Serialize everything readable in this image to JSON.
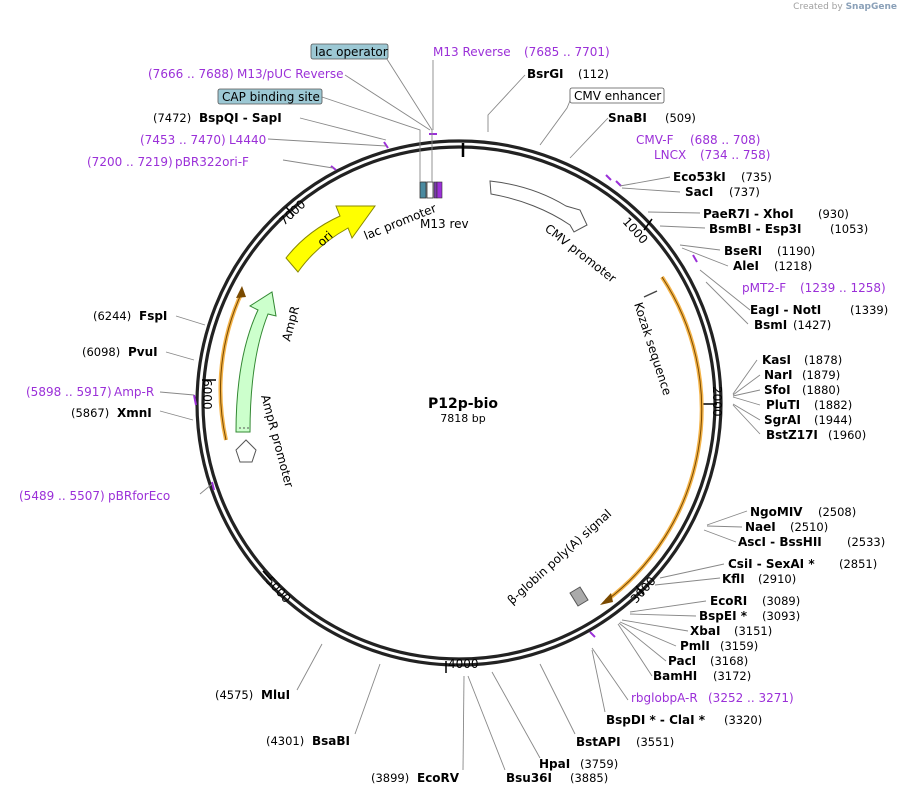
{
  "credit": {
    "prefix": "Created by",
    "brand": "SnapGene"
  },
  "plasmid": {
    "name": "P12p-bio",
    "size_label": "7818 bp",
    "length": 7818
  },
  "ticks": [
    "1000",
    "2000",
    "3000",
    "4000",
    "5000",
    "6000",
    "7000"
  ],
  "sites": [
    {
      "name": "BsrGI",
      "pos": "(112)"
    },
    {
      "name": "SnaBI",
      "pos": "(509)"
    },
    {
      "name": "Eco53kI",
      "pos": "(735)"
    },
    {
      "name": "SacI",
      "pos": "(737)"
    },
    {
      "name": "PaeR7I - XhoI",
      "pos": "(930)"
    },
    {
      "name": "BsmBI - Esp3I",
      "pos": "(1053)"
    },
    {
      "name": "BseRI",
      "pos": "(1190)"
    },
    {
      "name": "AleI",
      "pos": "(1218)"
    },
    {
      "name": "EagI - NotI",
      "pos": "(1339)"
    },
    {
      "name": "BsmI",
      "pos": "(1427)"
    },
    {
      "name": "KasI",
      "pos": "(1878)"
    },
    {
      "name": "NarI",
      "pos": "(1879)"
    },
    {
      "name": "SfoI",
      "pos": "(1880)"
    },
    {
      "name": "PluTI",
      "pos": "(1882)"
    },
    {
      "name": "SgrAI",
      "pos": "(1944)"
    },
    {
      "name": "BstZ17I",
      "pos": "(1960)"
    },
    {
      "name": "NgoMIV",
      "pos": "(2508)"
    },
    {
      "name": "NaeI",
      "pos": "(2510)"
    },
    {
      "name": "AscI - BssHII",
      "pos": "(2533)"
    },
    {
      "name": "CsiI - SexAI *",
      "pos": "(2851)"
    },
    {
      "name": "KflI",
      "pos": "(2910)"
    },
    {
      "name": "EcoRI",
      "pos": "(3089)"
    },
    {
      "name": "BspEI *",
      "pos": "(3093)"
    },
    {
      "name": "XbaI",
      "pos": "(3151)"
    },
    {
      "name": "PmlI",
      "pos": "(3159)"
    },
    {
      "name": "PacI",
      "pos": "(3168)"
    },
    {
      "name": "BamHI",
      "pos": "(3172)"
    },
    {
      "name": "BspDI * - ClaI *",
      "pos": "(3320)"
    },
    {
      "name": "BstAPI",
      "pos": "(3551)"
    },
    {
      "name": "HpaI",
      "pos": "(3759)"
    },
    {
      "name": "Bsu36I",
      "pos": "(3885)"
    },
    {
      "name": "EcoRV",
      "pos": "(3899)"
    },
    {
      "name": "BsaBI",
      "pos": "(4301)"
    },
    {
      "name": "MluI",
      "pos": "(4575)"
    },
    {
      "name": "XmnI",
      "pos": "(5867)"
    },
    {
      "name": "PvuI",
      "pos": "(6098)"
    },
    {
      "name": "FspI",
      "pos": "(6244)"
    },
    {
      "name": "BspQI - SapI",
      "pos": "(7472)"
    }
  ],
  "primers": [
    {
      "name": "M13 Reverse",
      "range": "(7685 .. 7701)"
    },
    {
      "name": "M13/pUC Reverse",
      "range": "(7666 .. 7688)"
    },
    {
      "name": "L4440",
      "range": "(7453 .. 7470)"
    },
    {
      "name": "pBR322ori-F",
      "range": "(7200 .. 7219)"
    },
    {
      "name": "CMV-F",
      "range": "(688 .. 708)"
    },
    {
      "name": "LNCX",
      "range": "(734 .. 758)"
    },
    {
      "name": "pMT2-F",
      "range": "(1239 .. 1258)"
    },
    {
      "name": "Amp-R",
      "range": "(5898 .. 5917)"
    },
    {
      "name": "pBRforEco",
      "range": "(5489 .. 5507)"
    },
    {
      "name": "rbglobpA-R",
      "range": "(3252 .. 3271)"
    }
  ],
  "boxed_features": [
    "lac operator",
    "CAP binding site",
    "CMV enhancer"
  ],
  "features": [
    "CMV promoter",
    "Kozak sequence",
    "β-globin poly(A) signal",
    "ori",
    "AmpR",
    "AmpR promoter",
    "lac promoter",
    "M13 rev"
  ],
  "colors": {
    "primer": "#9b30d8",
    "ori": "#ffff00",
    "ampr": "#ccffcc",
    "orf": "#f2a72a",
    "boxed": "#9cc8d4",
    "backbone": "#222222"
  }
}
